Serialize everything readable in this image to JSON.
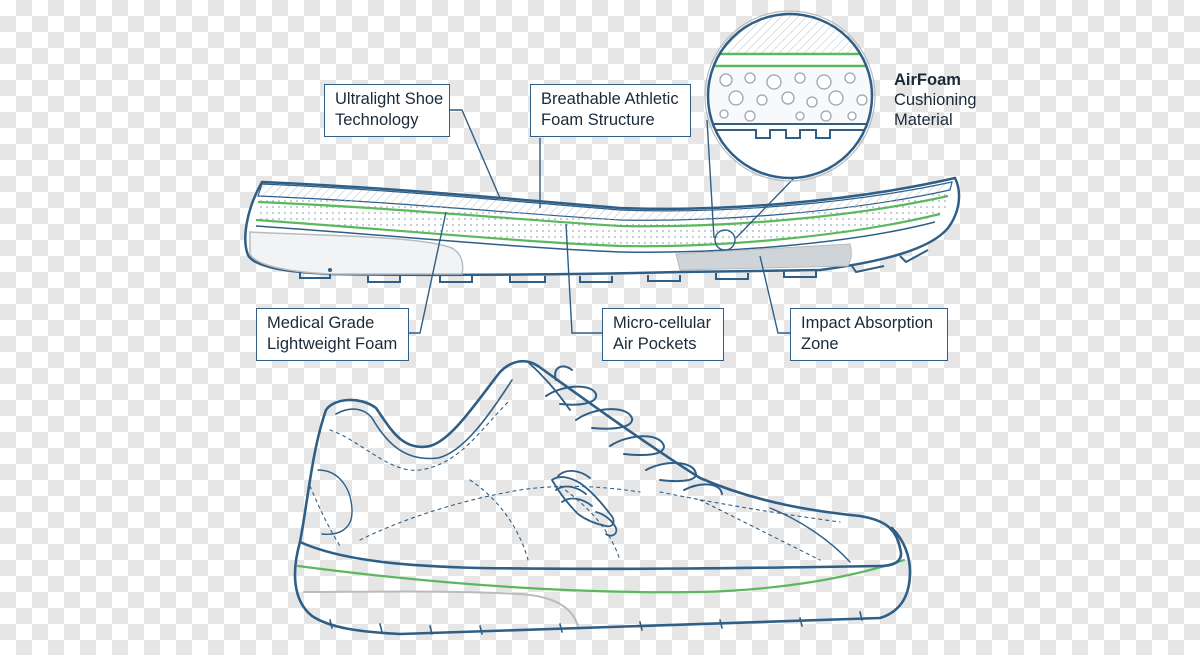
{
  "callouts": {
    "ultralight": [
      "Ultralight Shoe",
      "Technology"
    ],
    "breathable": [
      "Breathable Athletic",
      "Foam Structure"
    ],
    "medical": [
      "Medical Grade",
      "Lightweight Foam"
    ],
    "microcellular": [
      "Micro-cellular",
      "Air Pockets"
    ],
    "impact": [
      "Impact Absorption",
      "Zone"
    ]
  },
  "airfoam": {
    "name": "AirFoam",
    "line1": "Cushioning",
    "line2": "Material"
  },
  "colors": {
    "outline": "#2f5f86",
    "accent_green": "#5cb85c",
    "grey": "#b7bcc1",
    "text": "#1b2a38"
  },
  "icons": [
    "winged-foot-logo-icon"
  ]
}
